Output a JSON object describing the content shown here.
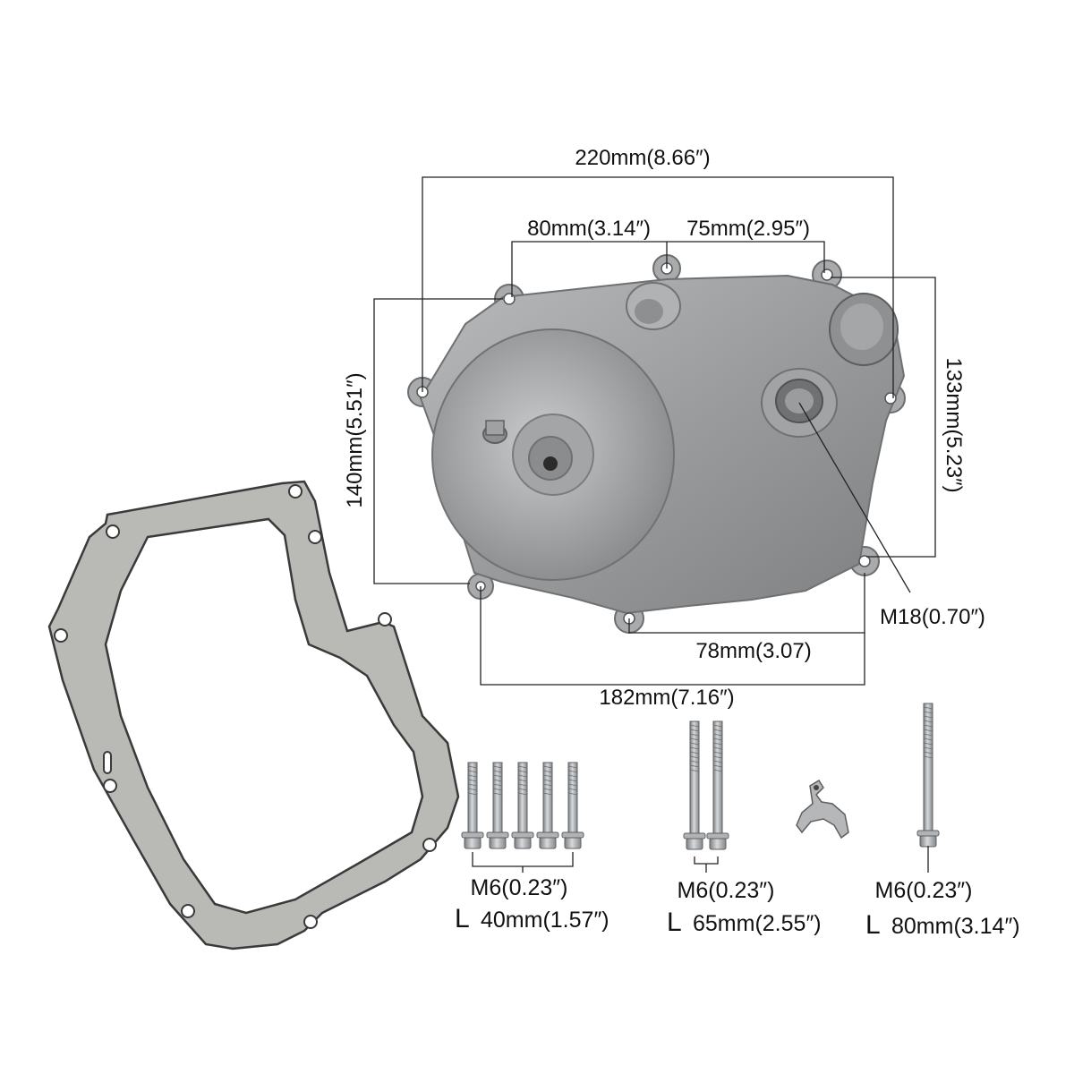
{
  "dimensions": {
    "overall_width": "220mm(8.66″)",
    "left_span": "80mm(3.14″)",
    "right_span": "75mm(2.95″)",
    "left_height": "140mm(5.51″)",
    "right_height": "133mm(5.23″)",
    "thread": "M18(0.70″)",
    "bottom_span": "78mm(3.07)",
    "bottom_width": "182mm(7.16″)"
  },
  "bolts": [
    {
      "thread": "M6(0.23″)",
      "prefix": "L",
      "length": "40mm(1.57″)",
      "count": 5
    },
    {
      "thread": "M6(0.23″)",
      "prefix": "L",
      "length": "65mm(2.55″)",
      "count": 2
    },
    {
      "thread": "M6(0.23″)",
      "prefix": "L",
      "length": "80mm(3.14″)",
      "count": 1
    }
  ],
  "colors": {
    "cover": "#9a9c9e",
    "cover_light": "#c4c6c8",
    "cover_dark": "#6e7072",
    "gasket_fill": "#b9b9b6",
    "gasket_edge": "#3a3a3a",
    "bolt": "#a9abad",
    "line": "#222222"
  }
}
